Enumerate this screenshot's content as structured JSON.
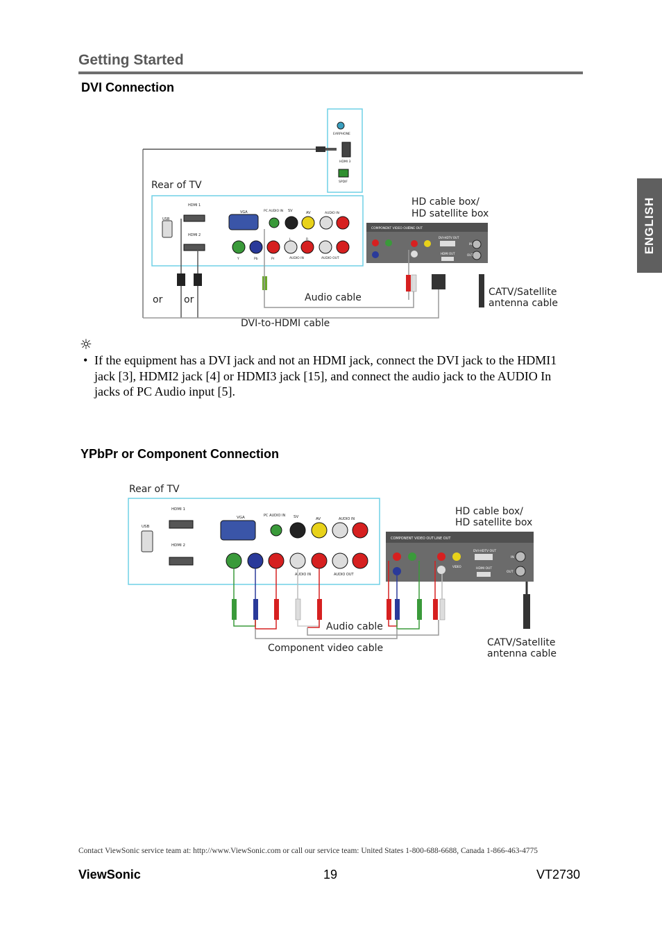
{
  "header": {
    "section_title": "Getting Started",
    "side_tab": "ENGLISH"
  },
  "dvi": {
    "title": "DVI Connection",
    "labels": {
      "rear_of_tv": "Rear of TV",
      "hd_box_line1": "HD cable box/",
      "hd_box_line2": "HD satellite box",
      "catv_line1": "CATV/Satellite",
      "catv_line2": "antenna cable",
      "audio_cable": "Audio cable",
      "dvi_hdmi_cable": "DVI-to-HDMI cable",
      "or1": "or",
      "or2": "or"
    },
    "tv_panel": {
      "earphone": "EARPHONE",
      "hdmi3": "HDMI 3",
      "spdif": "SPDIF",
      "usb": "USB",
      "hdmi1": "HDMI 1",
      "hdmi2": "HDMI 2",
      "vga": "VGA",
      "pc_audio": "PC AUDIO IN",
      "sv": "SV",
      "av": "AV",
      "audio_in": "AUDIO IN",
      "y": "Y",
      "pb": "Pb",
      "pr": "Pr",
      "l": "L",
      "r": "R",
      "audio_in_bottom": "AUDIO IN",
      "audio_out": "AUDIO OUT"
    },
    "box_panel": {
      "component": "COMPONENT VIDEO OUT",
      "line_out": "LINE OUT",
      "dvi_out": "DVI-HDTV OUT",
      "hdmi_out": "HDMI OUT",
      "in": "IN",
      "out": "OUT"
    }
  },
  "note": {
    "icon": "☼",
    "bullet": "•",
    "text": "If the equipment has a DVI jack and not an HDMI jack, connect the DVI jack to the HDMI1 jack [3], HDMI2 jack [4] or HDMI3 jack [15], and connect the audio jack to the AUDIO In jacks of PC Audio input [5]."
  },
  "ypbpr": {
    "title": "YPbPr or Component Connection",
    "labels": {
      "rear_of_tv": "Rear of TV",
      "hd_box_line1": "HD cable box/",
      "hd_box_line2": "HD satellite box",
      "catv_line1": "CATV/Satellite",
      "catv_line2": "antenna cable",
      "audio_cable": "Audio cable",
      "component_cable": "Component video cable"
    },
    "tv_panel": {
      "usb": "USB",
      "hdmi1": "HDMI 1",
      "hdmi2": "HDMI 2",
      "vga": "VGA",
      "pc_audio": "PC AUDIO IN",
      "sv": "SV",
      "av": "AV",
      "audio_in": "AUDIO IN",
      "audio_in_bottom": "AUDIO IN",
      "audio_out": "AUDIO OUT"
    },
    "box_panel": {
      "component": "COMPONENT VIDEO OUT",
      "line_out": "LINE OUT",
      "dvi_out": "DVI-HDTV OUT",
      "hdmi_out": "HDMI OUT",
      "video": "VIDEO",
      "in": "IN",
      "out": "OUT"
    }
  },
  "footer": {
    "contact": "Contact ViewSonic service team at: http://www.ViewSonic.com or call our service team: United States 1-800-688-6688, Canada 1-866-463-4775",
    "brand": "ViewSonic",
    "page": "19",
    "model": "VT2730"
  },
  "colors": {
    "panel_border": "#6fd0e6",
    "cable_gray": "#888888",
    "green": "#3a9a3a",
    "blue": "#2a3a9a",
    "red": "#d62020",
    "yellow": "#e8d21a"
  }
}
